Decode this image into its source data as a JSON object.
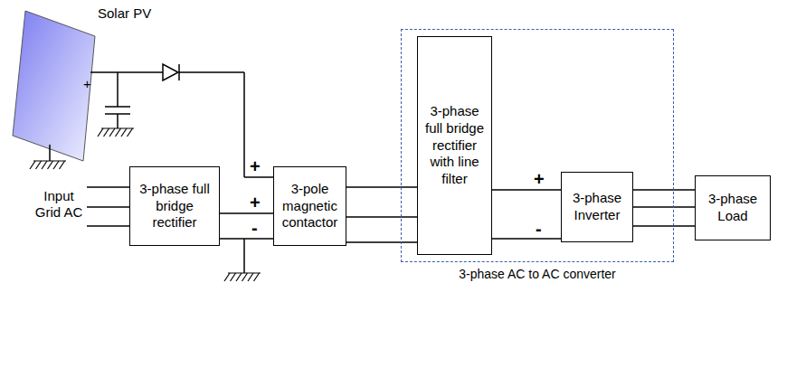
{
  "diagram": {
    "nodes": [
      {
        "text": [
          "3-phase full bridge rectifier"
        ]
      },
      {
        "text": [
          "3-pole magnetic contactor"
        ]
      },
      {
        "text": [
          "3-phase AC to AC converter"
        ]
      },
      {
        "text": [
          "3-phase full bridge rectifier with line filter"
        ],
        "in": 2
      },
      {
        "text": [
          "3-phase Inverter"
        ],
        "in": 2
      },
      {
        "text": [
          "3-phase Load"
        ]
      }
    ],
    "edges": [
      {
        "from": 0,
        "to": 1,
        "arrow": "none"
      },
      {
        "from": 1,
        "to": 3,
        "arrow": "none"
      },
      {
        "from": 3,
        "to": 4,
        "arrow": "none"
      },
      {
        "from": 4,
        "to": 5,
        "arrow": "none"
      }
    ],
    "labels": [
      "Solar PV",
      "+",
      "Input Grid AC",
      "+",
      "+",
      "-",
      "+",
      "-"
    ]
  }
}
